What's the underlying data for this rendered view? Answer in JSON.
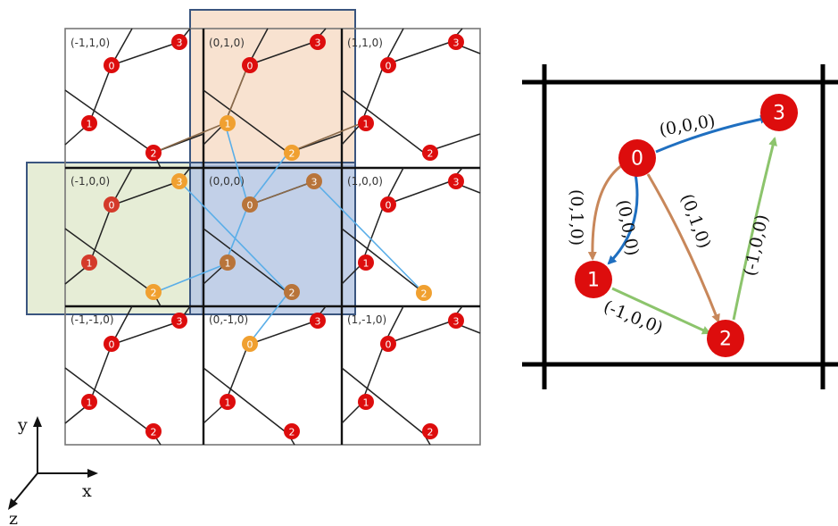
{
  "lattice": {
    "cell_labels": [
      "(-1,1,0)",
      "(0,1,0)",
      "(1,1,0)",
      "(-1,0,0)",
      "(0,0,0)",
      "(1,0,0)",
      "(-1,-1,0)",
      "(0,-1,0)",
      "(1,-1,0)"
    ],
    "node_labels": [
      "0",
      "1",
      "2",
      "3"
    ],
    "colors": {
      "red": "#dd0d0d",
      "orange": "#f0a030",
      "brown": "#b8743a",
      "orange_box": "#f7ddc8",
      "green_box": "#e3ebd2",
      "blue_box": "#b7c8e4",
      "box_border": "#3a557f",
      "blue_bond": "#5aaee8"
    }
  },
  "axes": {
    "x": "x",
    "y": "y",
    "z": "z"
  },
  "quotient_graph": {
    "nodes": [
      "0",
      "1",
      "2",
      "3"
    ],
    "edges": [
      {
        "from": "0",
        "to": "3",
        "label": "(0,0,0)",
        "color": "#1f6fc0"
      },
      {
        "from": "0",
        "to": "1",
        "label": "(0,1,0)",
        "color": "#c8875a"
      },
      {
        "from": "0",
        "to": "1",
        "label": "(0,0,0)",
        "color": "#1f6fc0"
      },
      {
        "from": "0",
        "to": "2",
        "label": "(0,1,0)",
        "color": "#c8875a"
      },
      {
        "from": "1",
        "to": "2",
        "label": "(-1,0,0)",
        "color": "#8cc46c"
      },
      {
        "from": "2",
        "to": "3",
        "label": "(-1,0,0)",
        "color": "#8cc46c"
      }
    ]
  }
}
